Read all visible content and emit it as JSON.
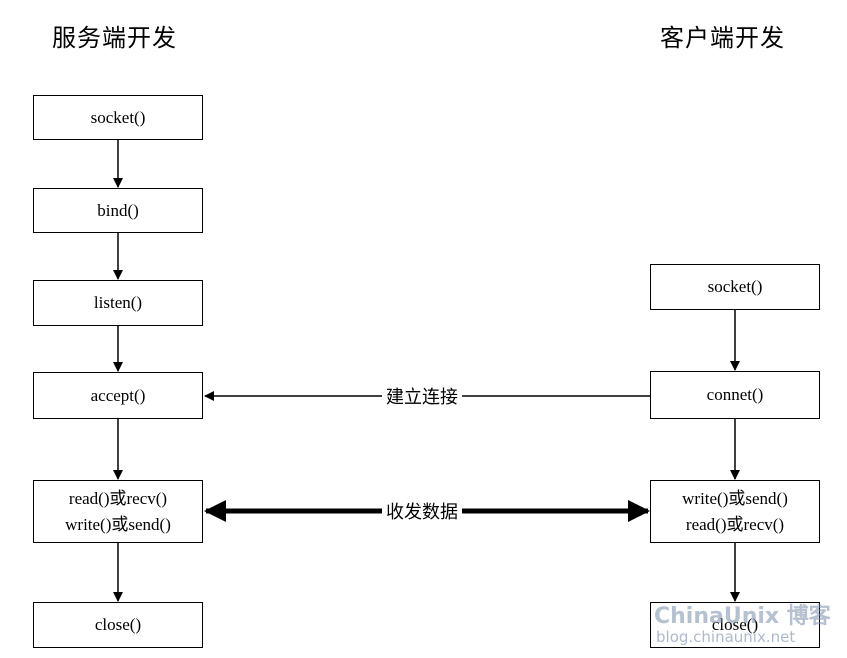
{
  "headings": {
    "server": "服务端开发",
    "client": "客户端开发"
  },
  "server_steps": {
    "socket": "socket()",
    "bind": "bind()",
    "listen": "listen()",
    "accept": "accept()",
    "io_line1": "read()或recv()",
    "io_line2": "write()或send()",
    "close": "close()"
  },
  "client_steps": {
    "socket": "socket()",
    "connect": "connet()",
    "io_line1": "write()或send()",
    "io_line2": "read()或recv()",
    "close": "close()"
  },
  "connections": {
    "establish": "建立连接",
    "exchange": "收发数据"
  },
  "watermark": {
    "brand": "ChinaUnix 博客",
    "site": "blog.chinaunix.net"
  }
}
